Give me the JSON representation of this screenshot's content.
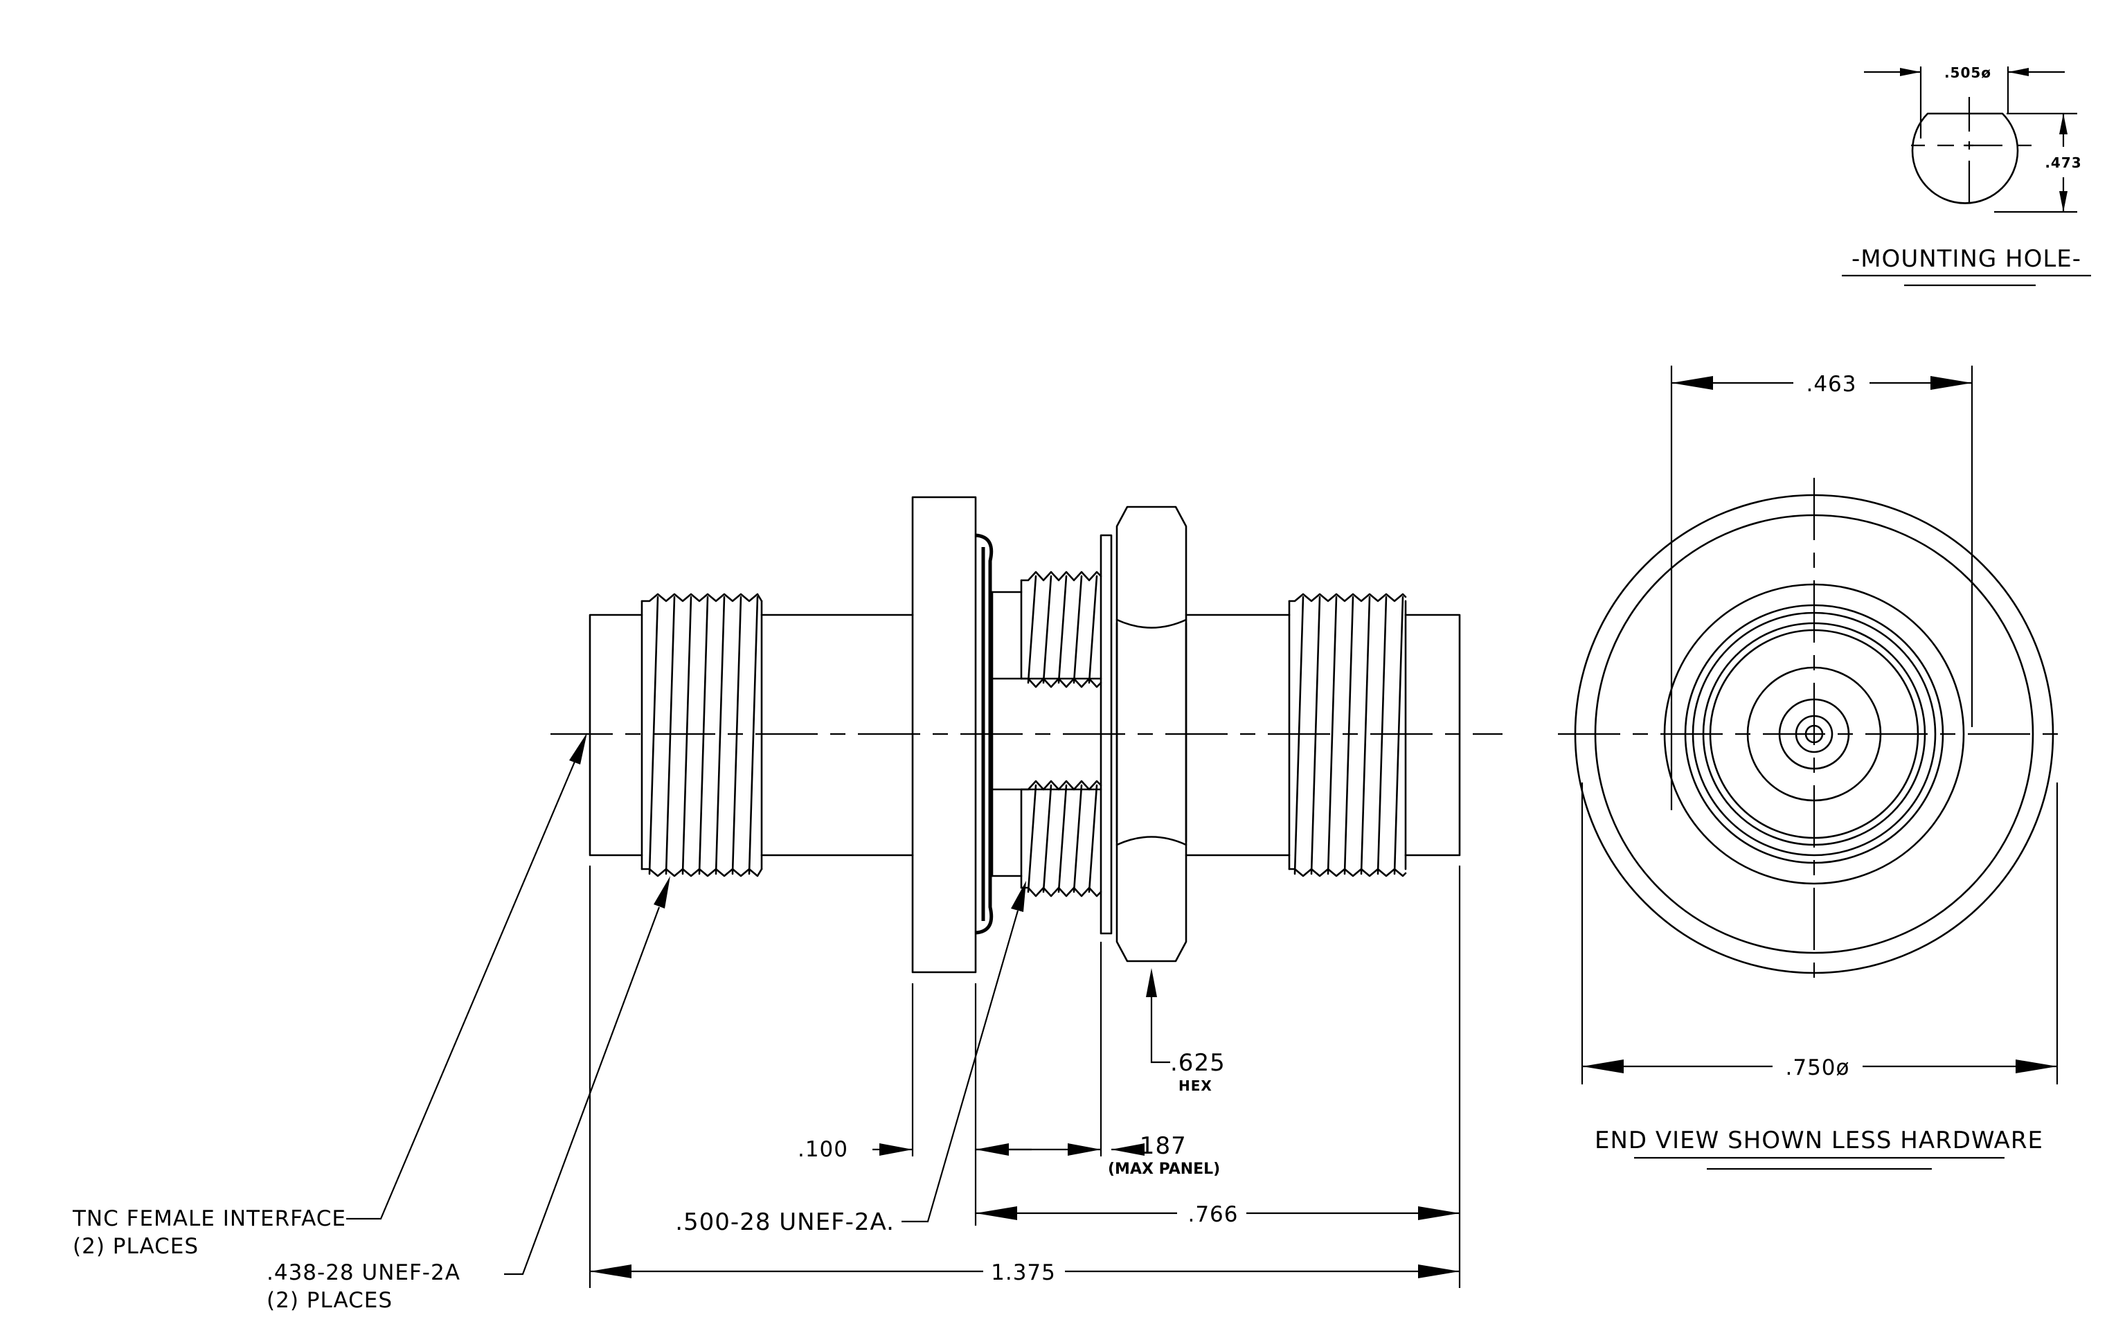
{
  "labels": {
    "mounting_hole_width": ".505ø",
    "mounting_hole_flat": ".473",
    "mounting_hole_title": "-MOUNTING HOLE-",
    "end_view_inner_dim": ".463",
    "end_view_outer_dim": ".750ø",
    "end_view_caption": "END VIEW SHOWN LESS HARDWARE",
    "hex_size": ".625",
    "hex_label": "HEX",
    "panel_dim": ".187",
    "panel_note": "(MAX PANEL)",
    "flange_dim": ".100",
    "right_length_dim": ".766",
    "overall_length_dim": "1.375",
    "panel_thread": ".500-28 UNEF-2A.",
    "interface_line1": "TNC FEMALE INTERFACE",
    "interface_line2": "(2)  PLACES",
    "coupling_thread_line1": ".438-28 UNEF-2A",
    "coupling_thread_line2": "(2)  PLACES"
  }
}
